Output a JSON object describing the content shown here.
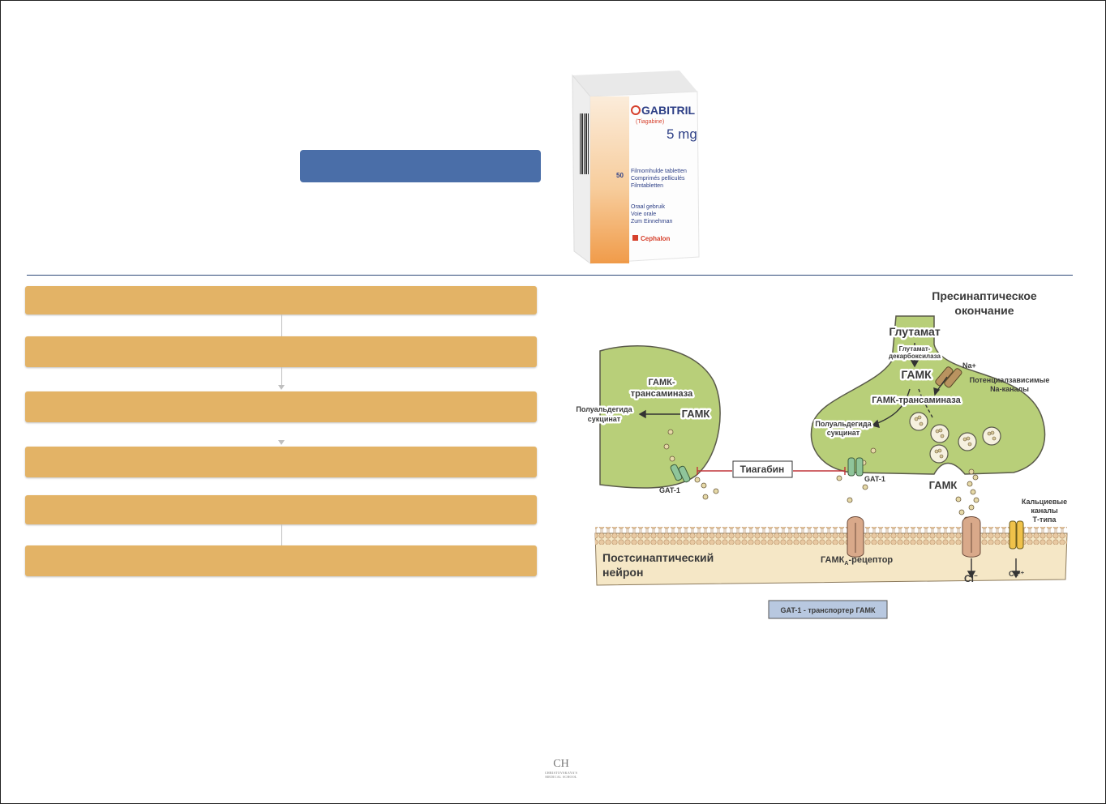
{
  "title_box": {
    "text": ""
  },
  "package": {
    "brand": "GABITRIL",
    "generic": "(Tiagabine)",
    "dose": "5 mg",
    "count": "50",
    "form_lines": [
      "Filmomhulde tabletten",
      "Comprimés pelliculés",
      "Filmtabletten"
    ],
    "route_lines": [
      "Oraal gebruik",
      "Voie orale",
      "Zum Einnehman"
    ],
    "maker": "Cephalon"
  },
  "flow_steps": [
    {
      "text": ""
    },
    {
      "text": ""
    },
    {
      "text": ""
    },
    {
      "text": ""
    },
    {
      "text": ""
    },
    {
      "text": ""
    }
  ],
  "synapse": {
    "presynaptic_line1": "Пресинаптическое",
    "presynaptic_line2": "окончание",
    "glutamate": "Глутамат",
    "gad_line1": "Глутамат-",
    "gad_line2": "декарбоксилаза",
    "gaba_pre": "ГАМК",
    "na": "Na+",
    "na_channels_line1": "Потенциалзависимые",
    "na_channels_line2": "Na-каналы",
    "transaminase_pre": "ГАМК-трансаминаза",
    "ssa_pre_line1": "Полуальдегида",
    "ssa_pre_line2": "сукцинат",
    "gat1_pre": "GAT-1",
    "gaba_cleft": "ГАМК",
    "tiagabine": "Тиагабин",
    "glia_transaminase_line1": "ГАМК-",
    "glia_transaminase_line2": "трансаминаза",
    "glia_gaba": "ГАМК",
    "glia_ssa_line1": "Полуальдегида",
    "glia_ssa_line2": "сукцинат",
    "gat1_glia": "GAT-1",
    "ca_channels_line1": "Кальциевые",
    "ca_channels_line2": "каналы",
    "ca_channels_line3": "Т-типа",
    "postsynaptic_line1": "Постсинаптический",
    "postsynaptic_line2": "нейрон",
    "gaba_a_receptor_main": "ГАМК",
    "gaba_a_receptor_sub": "A",
    "gaba_a_receptor_tail": "-рецептор",
    "cl": "Cl",
    "cl_sup": "−",
    "ca": "Ca²⁺",
    "legend": "GAT-1 - транспортер ГАМК"
  },
  "logo": {
    "monogram": "CH",
    "name": "CHRISTOVSKAYA'S",
    "subtitle": "MEDICAL SCHOOL"
  },
  "colors": {
    "accent_blue": "#4a6ea8",
    "step_fill": "#e3b366",
    "neuron_fill": "#b8cf79",
    "membrane": "#f3e4c2"
  }
}
